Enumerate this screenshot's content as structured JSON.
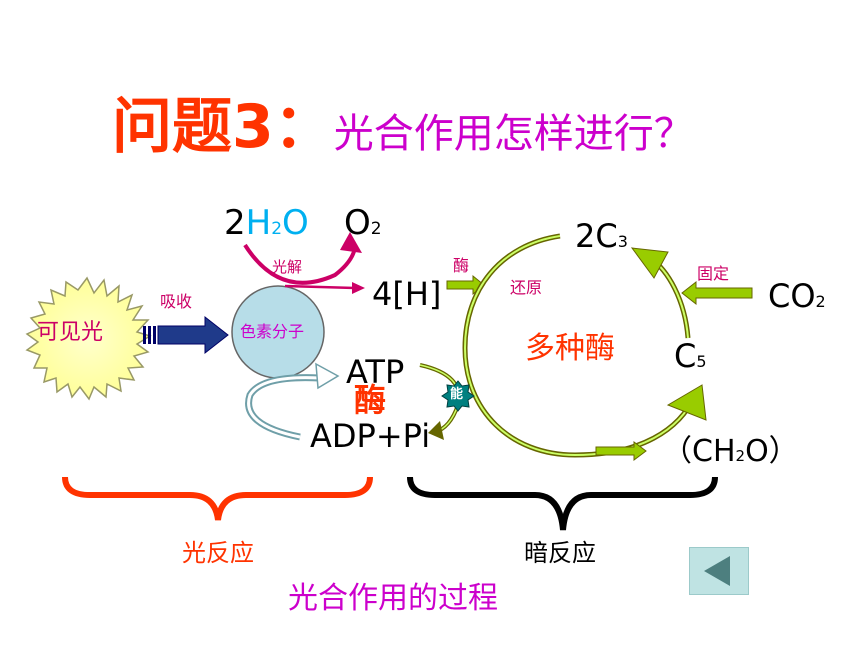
{
  "title": {
    "prefix": "问题3：",
    "question": "光合作用怎样进行？"
  },
  "diagram": {
    "water_coef": "2",
    "water_h": "H",
    "water_h_sub": "2",
    "water_o": "O",
    "oxygen": "O",
    "oxygen_sub": "2",
    "photolysis": "光解",
    "hydrogen": "4[H]",
    "enzyme_small": "酶",
    "reduction": "还原",
    "c3": "2C",
    "c3_sub": "3",
    "fixation": "固定",
    "co2": "CO",
    "co2_sub": "2",
    "visible_light": "可见光",
    "absorb": "吸收",
    "pigment": "色素分子",
    "atp": "ATP",
    "enzyme_big": "酶",
    "energy": "能",
    "adp": "ADP+Pi",
    "multi_enzyme": "多种酶",
    "c5": "C",
    "c5_sub": "5",
    "glucose_open": "（CH",
    "glucose_sub": "2",
    "glucose_close": "O）",
    "light_reaction": "光反应",
    "dark_reaction": "暗反应",
    "caption": "光合作用的过程"
  },
  "colors": {
    "title_red": "#ff3300",
    "title_magenta": "#cc00cc",
    "label_pink": "#cc0066",
    "cycle_green": "#99cc00",
    "cycle_stroke": "#666600",
    "brace_red": "#ff3300",
    "pigment_fill": "#b7dde8"
  },
  "icons": {
    "back": "left-triangle-icon",
    "sun": "sun-icon",
    "energy_badge": "star-badge-icon"
  }
}
